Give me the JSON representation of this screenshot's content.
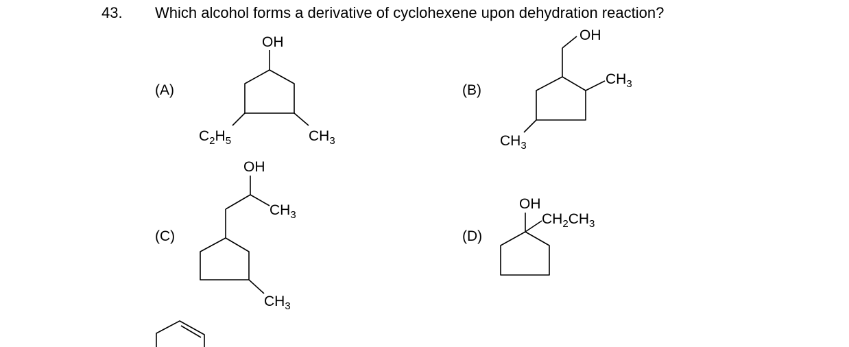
{
  "question": {
    "number": "43.",
    "text": "Which alcohol forms a derivative of cyclohexene upon dehydration reaction?"
  },
  "options": [
    {
      "label": "(A)",
      "groups": {
        "oh": "OH",
        "ethyl_main": "C",
        "ethyl_h": "H",
        "ethyl_sub1": "2",
        "ethyl_sub2": "5",
        "methyl_main": "CH",
        "methyl_sub": "3"
      }
    },
    {
      "label": "(B)",
      "groups": {
        "oh": "OH",
        "methyl1_main": "CH",
        "methyl1_sub": "3",
        "methyl2_main": "CH",
        "methyl2_sub": "3"
      }
    },
    {
      "label": "(C)",
      "groups": {
        "oh": "OH",
        "methyl1_main": "CH",
        "methyl1_sub": "3",
        "methyl2_main": "CH",
        "methyl2_sub": "3"
      }
    },
    {
      "label": "(D)",
      "groups": {
        "oh": "OH",
        "ethyl_a": "CH",
        "ethyl_sub": "2",
        "ethyl_b": "CH",
        "ethyl_sub2": "3"
      }
    }
  ]
}
